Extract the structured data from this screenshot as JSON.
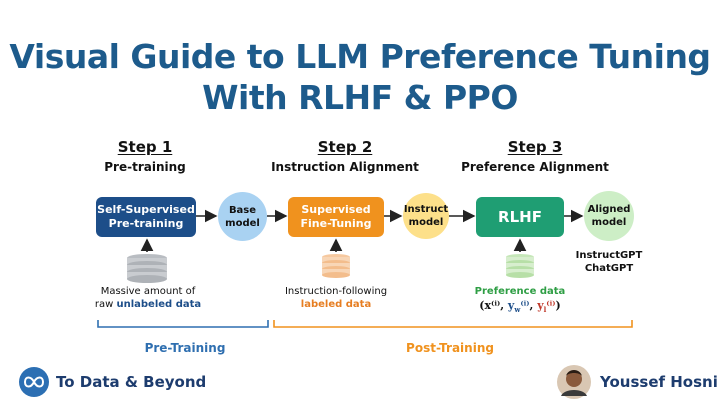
{
  "title": {
    "line1": "Visual Guide to LLM Preference Tuning",
    "line2": "With RLHF & PPO"
  },
  "steps": [
    {
      "num": "Step 1",
      "name": "Pre-training"
    },
    {
      "num": "Step 2",
      "name": "Instruction Alignment"
    },
    {
      "num": "Step 3",
      "name": "Preference Alignment"
    }
  ],
  "boxes": {
    "ssp": "Self-Supervised\nPre-training",
    "sft": "Supervised\nFine-Tuning",
    "rlhf": "RLHF"
  },
  "models": {
    "base": "Base\nmodel",
    "instruct": "Instruct\nmodel",
    "aligned": "Aligned\nmodel"
  },
  "aligned_examples": "InstructGPT\nChatGPT",
  "data_notes": {
    "pretrain_line1": "Massive amount of",
    "pretrain_line2_prefix": "raw ",
    "pretrain_line2_highlight": "unlabeled data",
    "instruct_line1": "Instruction-following",
    "instruct_line2_highlight": "labeled data",
    "preference_label": "Preference data",
    "preference_formula": "(x⁽ⁱ⁾, y_w⁽ⁱ⁾, y_l⁽ⁱ⁾)"
  },
  "phases": {
    "pre": "Pre-Training",
    "post": "Post-Training"
  },
  "footer": {
    "brand": "To Data & Beyond",
    "author": "Youssef Hosni"
  },
  "colors": {
    "title": "#1d5b8c",
    "ssp_box": "#1d4e89",
    "sft_box": "#f0921e",
    "rlhf_box": "#1f9e73",
    "base_circle": "#a9d2f2",
    "instruct_circle": "#fde08a",
    "aligned_circle": "#cdeec6",
    "pre_bracket": "#2f6fb0",
    "post_bracket": "#f0921e"
  }
}
